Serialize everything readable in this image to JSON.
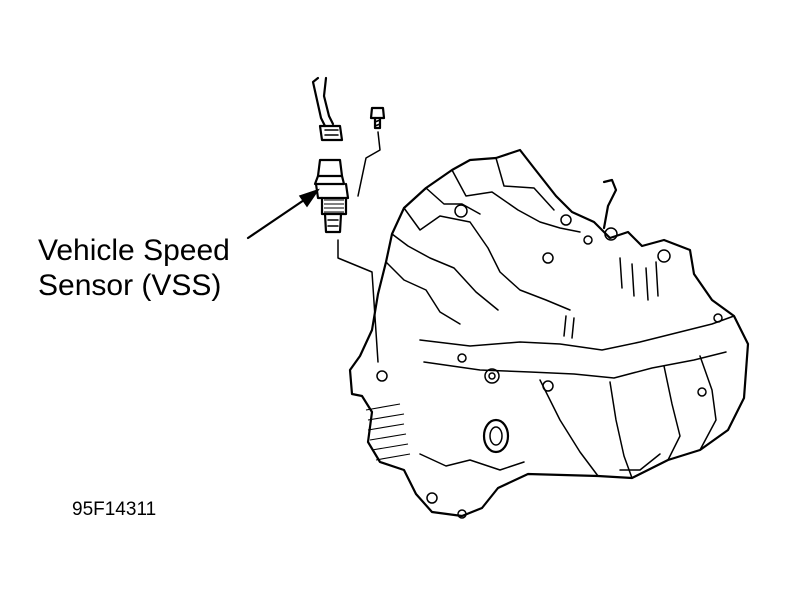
{
  "callout": {
    "line1": "Vehicle Speed",
    "line2": "Sensor (VSS)"
  },
  "figure_code": "95F14311",
  "icons": {
    "transaxle": "transaxle-illustration",
    "sensor": "speed-sensor-illustration",
    "bolt": "bolt-illustration",
    "connector": "wire-connector-illustration",
    "arrow": "callout-arrow"
  },
  "colors": {
    "ink": "#000000",
    "background": "#ffffff"
  }
}
